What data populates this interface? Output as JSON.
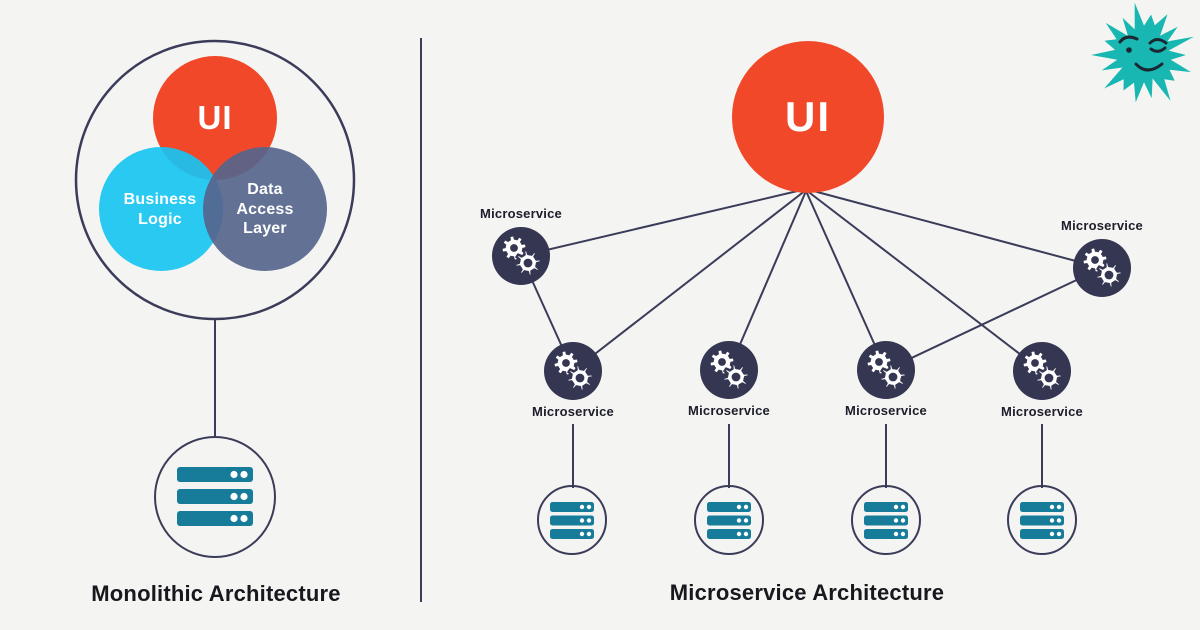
{
  "colors": {
    "bg": "#f4f4f2",
    "orange": "#f2482a",
    "cyan": "#17c4f2",
    "slate": "#56658d",
    "navy": "#353652",
    "line": "#3a3c59",
    "teal": "#177c99",
    "star": "#19b7b1",
    "ink": "#17171d",
    "white": "#ffffff"
  },
  "left": {
    "title": "Monolithic Architecture",
    "venn": {
      "ui": "UI",
      "business_logic": "Business Logic",
      "data_access": "Data Access Layer"
    }
  },
  "right": {
    "title": "Microservice Architecture",
    "ui": "UI",
    "microservice_labels": [
      "Microservice",
      "Microservice",
      "Microservice",
      "Microservice",
      "Microservice",
      "Microservice"
    ]
  },
  "icons": {
    "server": "server-icon",
    "gears": "gears-icon",
    "star": "winking-star-icon"
  }
}
